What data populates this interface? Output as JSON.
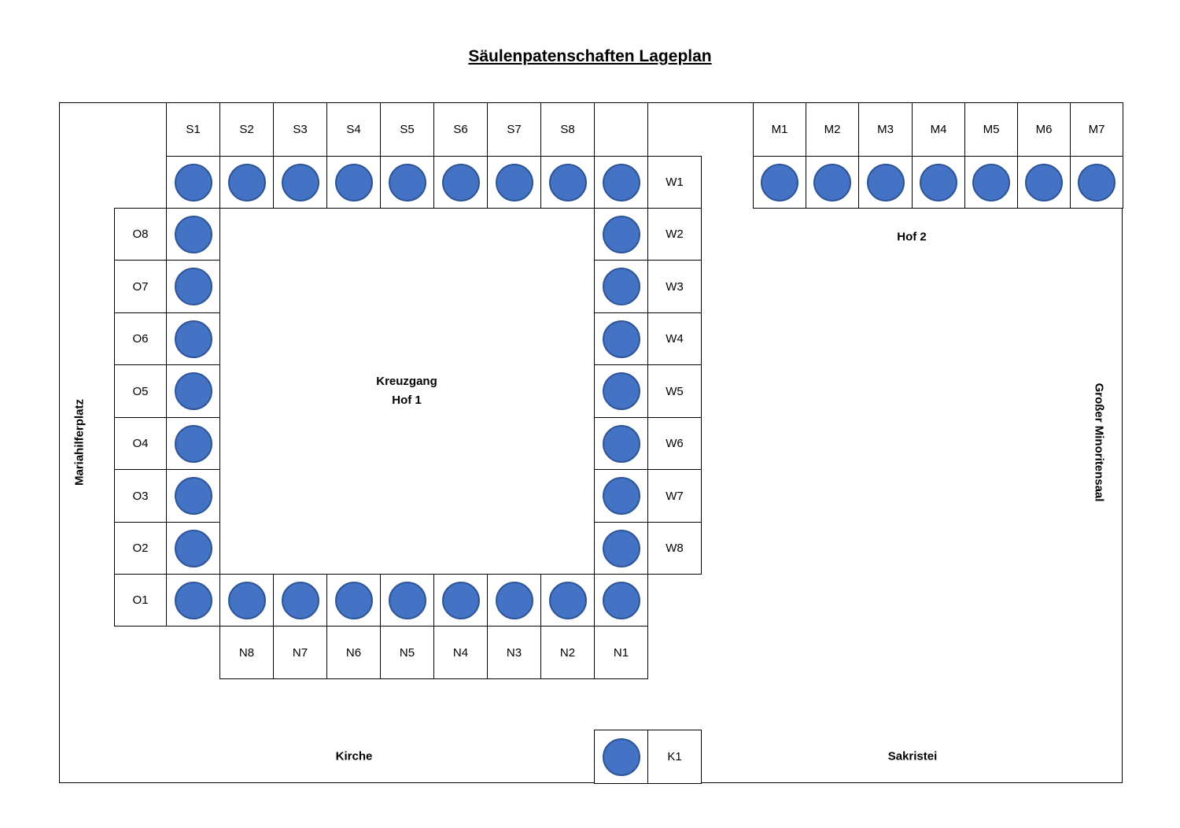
{
  "title": "Säulenpatenschaften Lageplan",
  "areas": {
    "left": "Mariahilferplatz",
    "right": "Großer Minoritensaal",
    "bottom_left": "Kirche",
    "bottom_right": "Sakristei",
    "hof2": "Hof 2",
    "hof1_line1": "Kreuzgang",
    "hof1_line2": "Hof 1"
  },
  "pillars": {
    "south": [
      "S1",
      "S2",
      "S3",
      "S4",
      "S5",
      "S6",
      "S7",
      "S8"
    ],
    "west": [
      "W1",
      "W2",
      "W3",
      "W4",
      "W5",
      "W6",
      "W7",
      "W8"
    ],
    "north": [
      "N8",
      "N7",
      "N6",
      "N5",
      "N4",
      "N3",
      "N2",
      "N1"
    ],
    "east": [
      "O8",
      "O7",
      "O6",
      "O5",
      "O4",
      "O3",
      "O2",
      "O1"
    ],
    "hof2": [
      "M1",
      "M2",
      "M3",
      "M4",
      "M5",
      "M6",
      "M7"
    ],
    "kirche": [
      "K1"
    ]
  },
  "colors": {
    "pillar_fill": "#4472C4",
    "pillar_stroke": "#2E5697",
    "grid_line": "#000000"
  }
}
